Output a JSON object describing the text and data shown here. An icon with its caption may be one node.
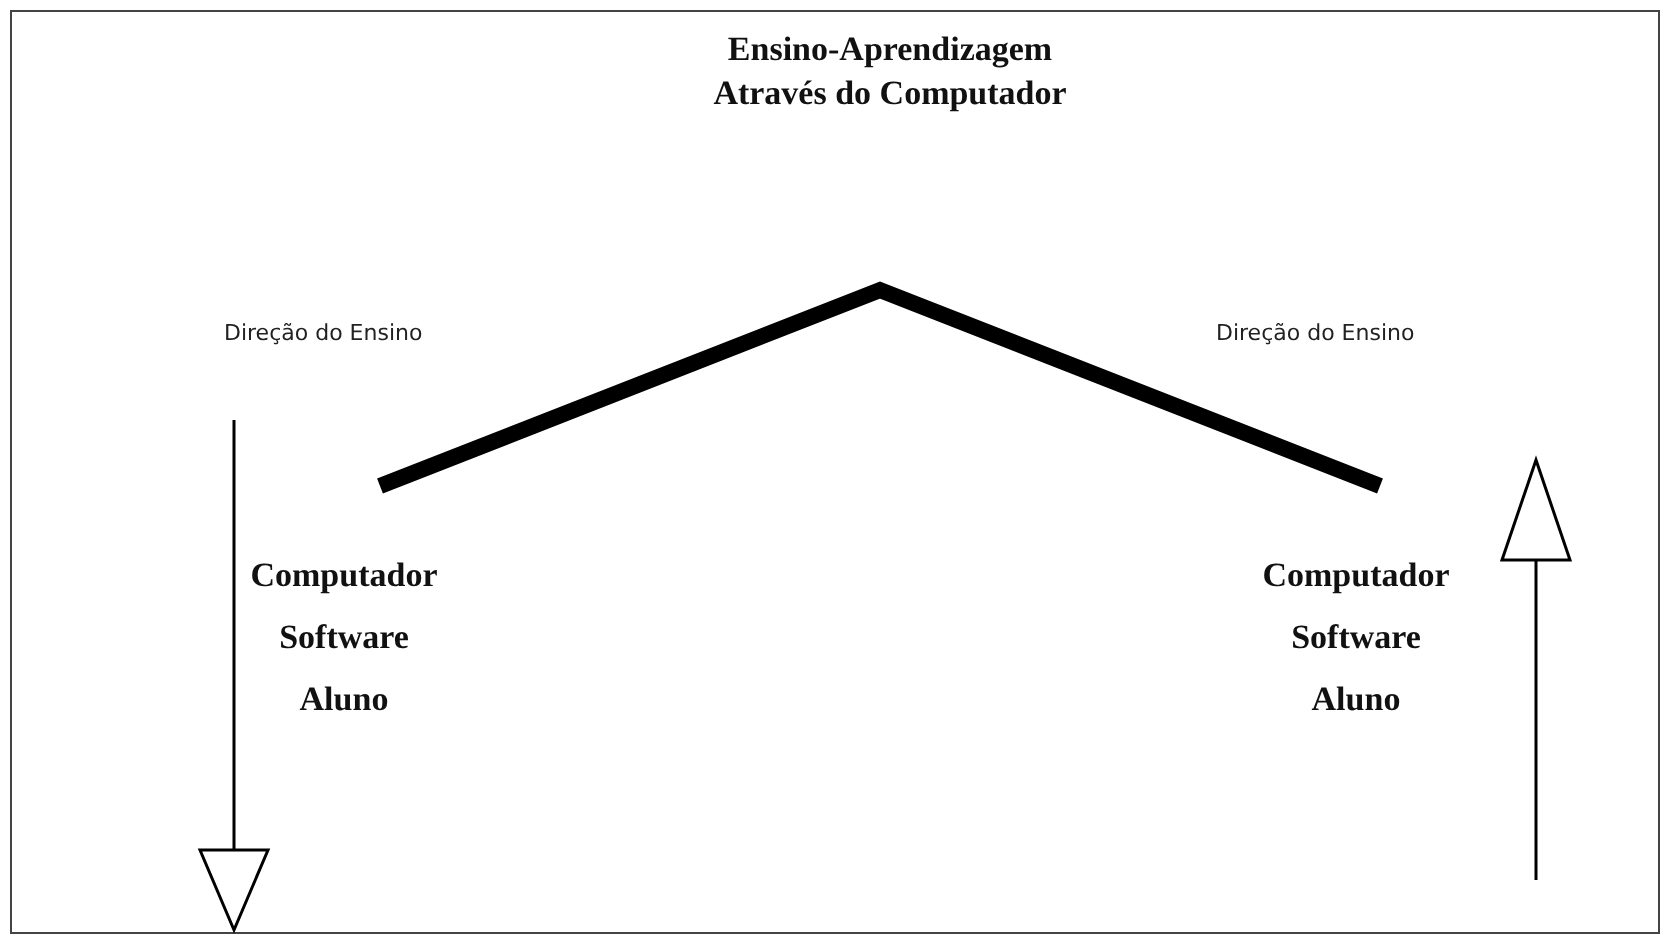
{
  "diagram": {
    "nodes": [
      {
        "text": [
          "Ensino-Aprendizagem Através do Computador"
        ]
      },
      {
        "text": [
          "Computador Software Aluno"
        ]
      },
      {
        "text": [
          "Computador Software Aluno"
        ]
      }
    ],
    "labels": [
      "Direção do Ensino",
      "Direção do Ensino"
    ]
  }
}
